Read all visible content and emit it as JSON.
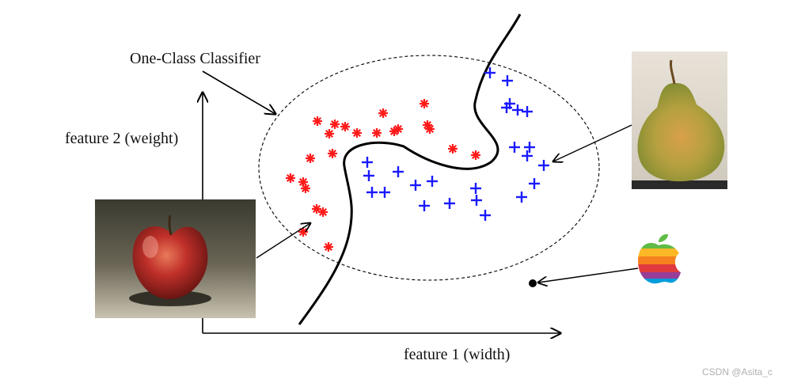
{
  "diagram": {
    "title": "One-Class Classifier",
    "y_axis_label": "feature 2 (weight)",
    "x_axis_label": "feature 1 (width)",
    "watermark": "CSDN @Asita_c"
  },
  "colors": {
    "apple_marker": "#ff1a1a",
    "pear_marker": "#1a1aff",
    "ink": "#000000"
  },
  "images": {
    "apple": "apple-photo",
    "pear": "pear-photo",
    "logo": "rainbow-apple-logo"
  }
}
